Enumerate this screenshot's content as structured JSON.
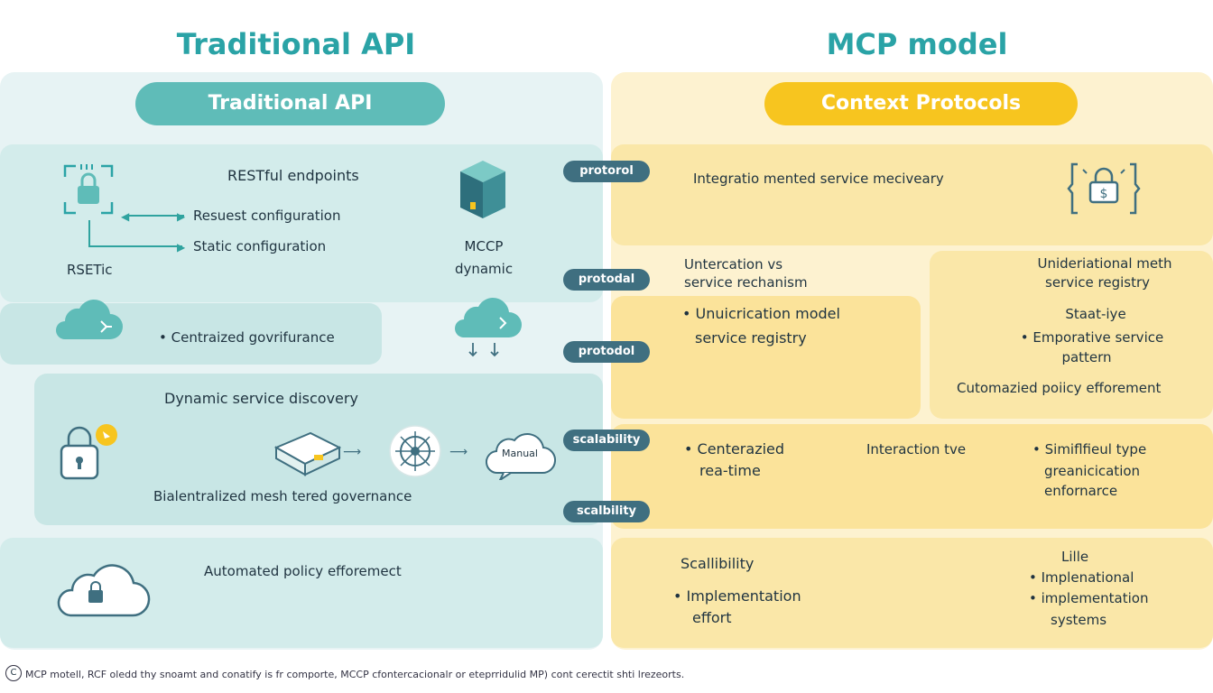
{
  "titles": {
    "left": "Traditional API",
    "right": "MCP model"
  },
  "left": {
    "header": "Traditional API",
    "block1": {
      "heading": "RESTful endpoints",
      "arrow1": "Resuest configuration",
      "arrow2": "Static configuration",
      "caption": "RSETic",
      "box_label_1": "MCCP",
      "box_label_2": "dynamic"
    },
    "block2": {
      "item": "Centraized govrifurance"
    },
    "block3": {
      "heading": "Dynamic service discovery",
      "cloud_label": "Manual",
      "caption": "Bialentralized mesh tered governance"
    },
    "block4": {
      "text": "Automated policy efforemect"
    }
  },
  "tags": [
    "protorol",
    "protodal",
    "protodol",
    "scalability",
    "scalbility"
  ],
  "right": {
    "header": "Context Protocols",
    "row1": {
      "text": "Integratio mented service meciveary"
    },
    "row2": {
      "line1": "Untercation vs",
      "line2": "service rechanism",
      "bullet1": "Unuicrication model",
      "bullet2": "service registry"
    },
    "side": {
      "line1": "Unideriational meth",
      "line2": "service registry",
      "line3": "Staat-iye",
      "bullet1": "Emporative service",
      "bullet2": "pattern",
      "line4": "Cutomazied poiicy efforement"
    },
    "row3": {
      "col1_bullet": "Centerazied",
      "col1_line2": "rea-time",
      "col2": "Interaction tve",
      "col3_bullet": "Simiflfieul type",
      "col3_line2": "greanicication",
      "col3_line3": "enfornarce"
    },
    "row4": {
      "col1": "Scallibility",
      "col1_bullet": "Implementation",
      "col1_line2": "effort",
      "col2": "Lille",
      "col2_bullet1": "Implenational",
      "col2_bullet2": "implementation",
      "col2_line3": "systems"
    }
  },
  "footnote": "MCP motell, RCF oledd thy snoamt and conatify is fr comporte, MCCP cfontercacionalr or eteprridulid MP) cont cerectit shti lrezeorts.",
  "colors": {
    "teal": "#2aa3a6",
    "yellow": "#f7c51f",
    "tag": "#3f6f80"
  }
}
